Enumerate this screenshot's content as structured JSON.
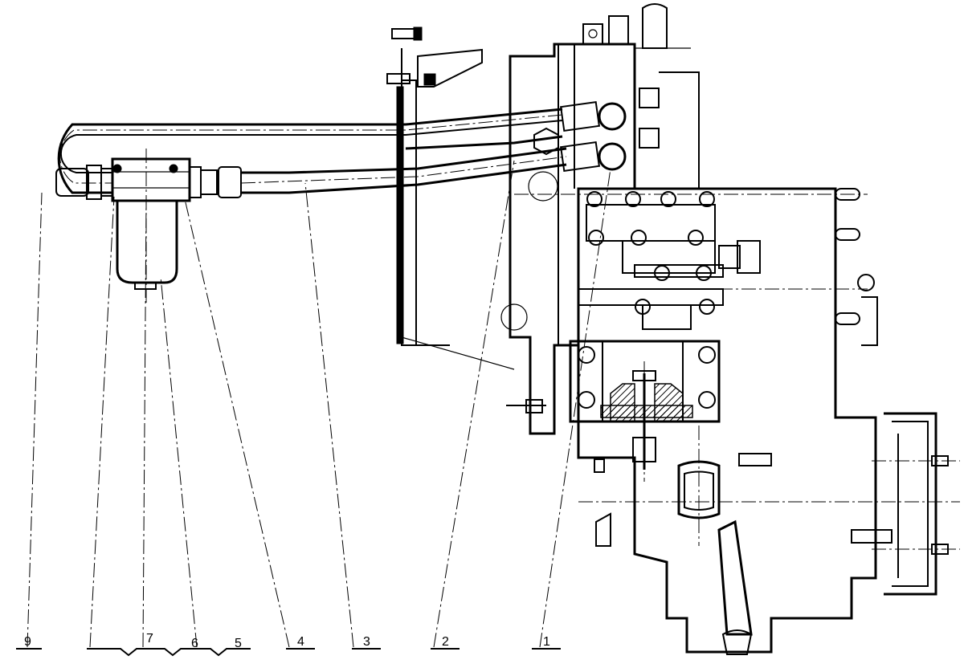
{
  "callouts": [
    {
      "id": "9",
      "label": "9"
    },
    {
      "id": "7",
      "label": "7"
    },
    {
      "id": "6",
      "label": "6"
    },
    {
      "id": "5",
      "label": "5"
    },
    {
      "id": "4",
      "label": "4"
    },
    {
      "id": "3",
      "label": "3"
    },
    {
      "id": "2",
      "label": "2"
    },
    {
      "id": "1",
      "label": "1"
    }
  ]
}
